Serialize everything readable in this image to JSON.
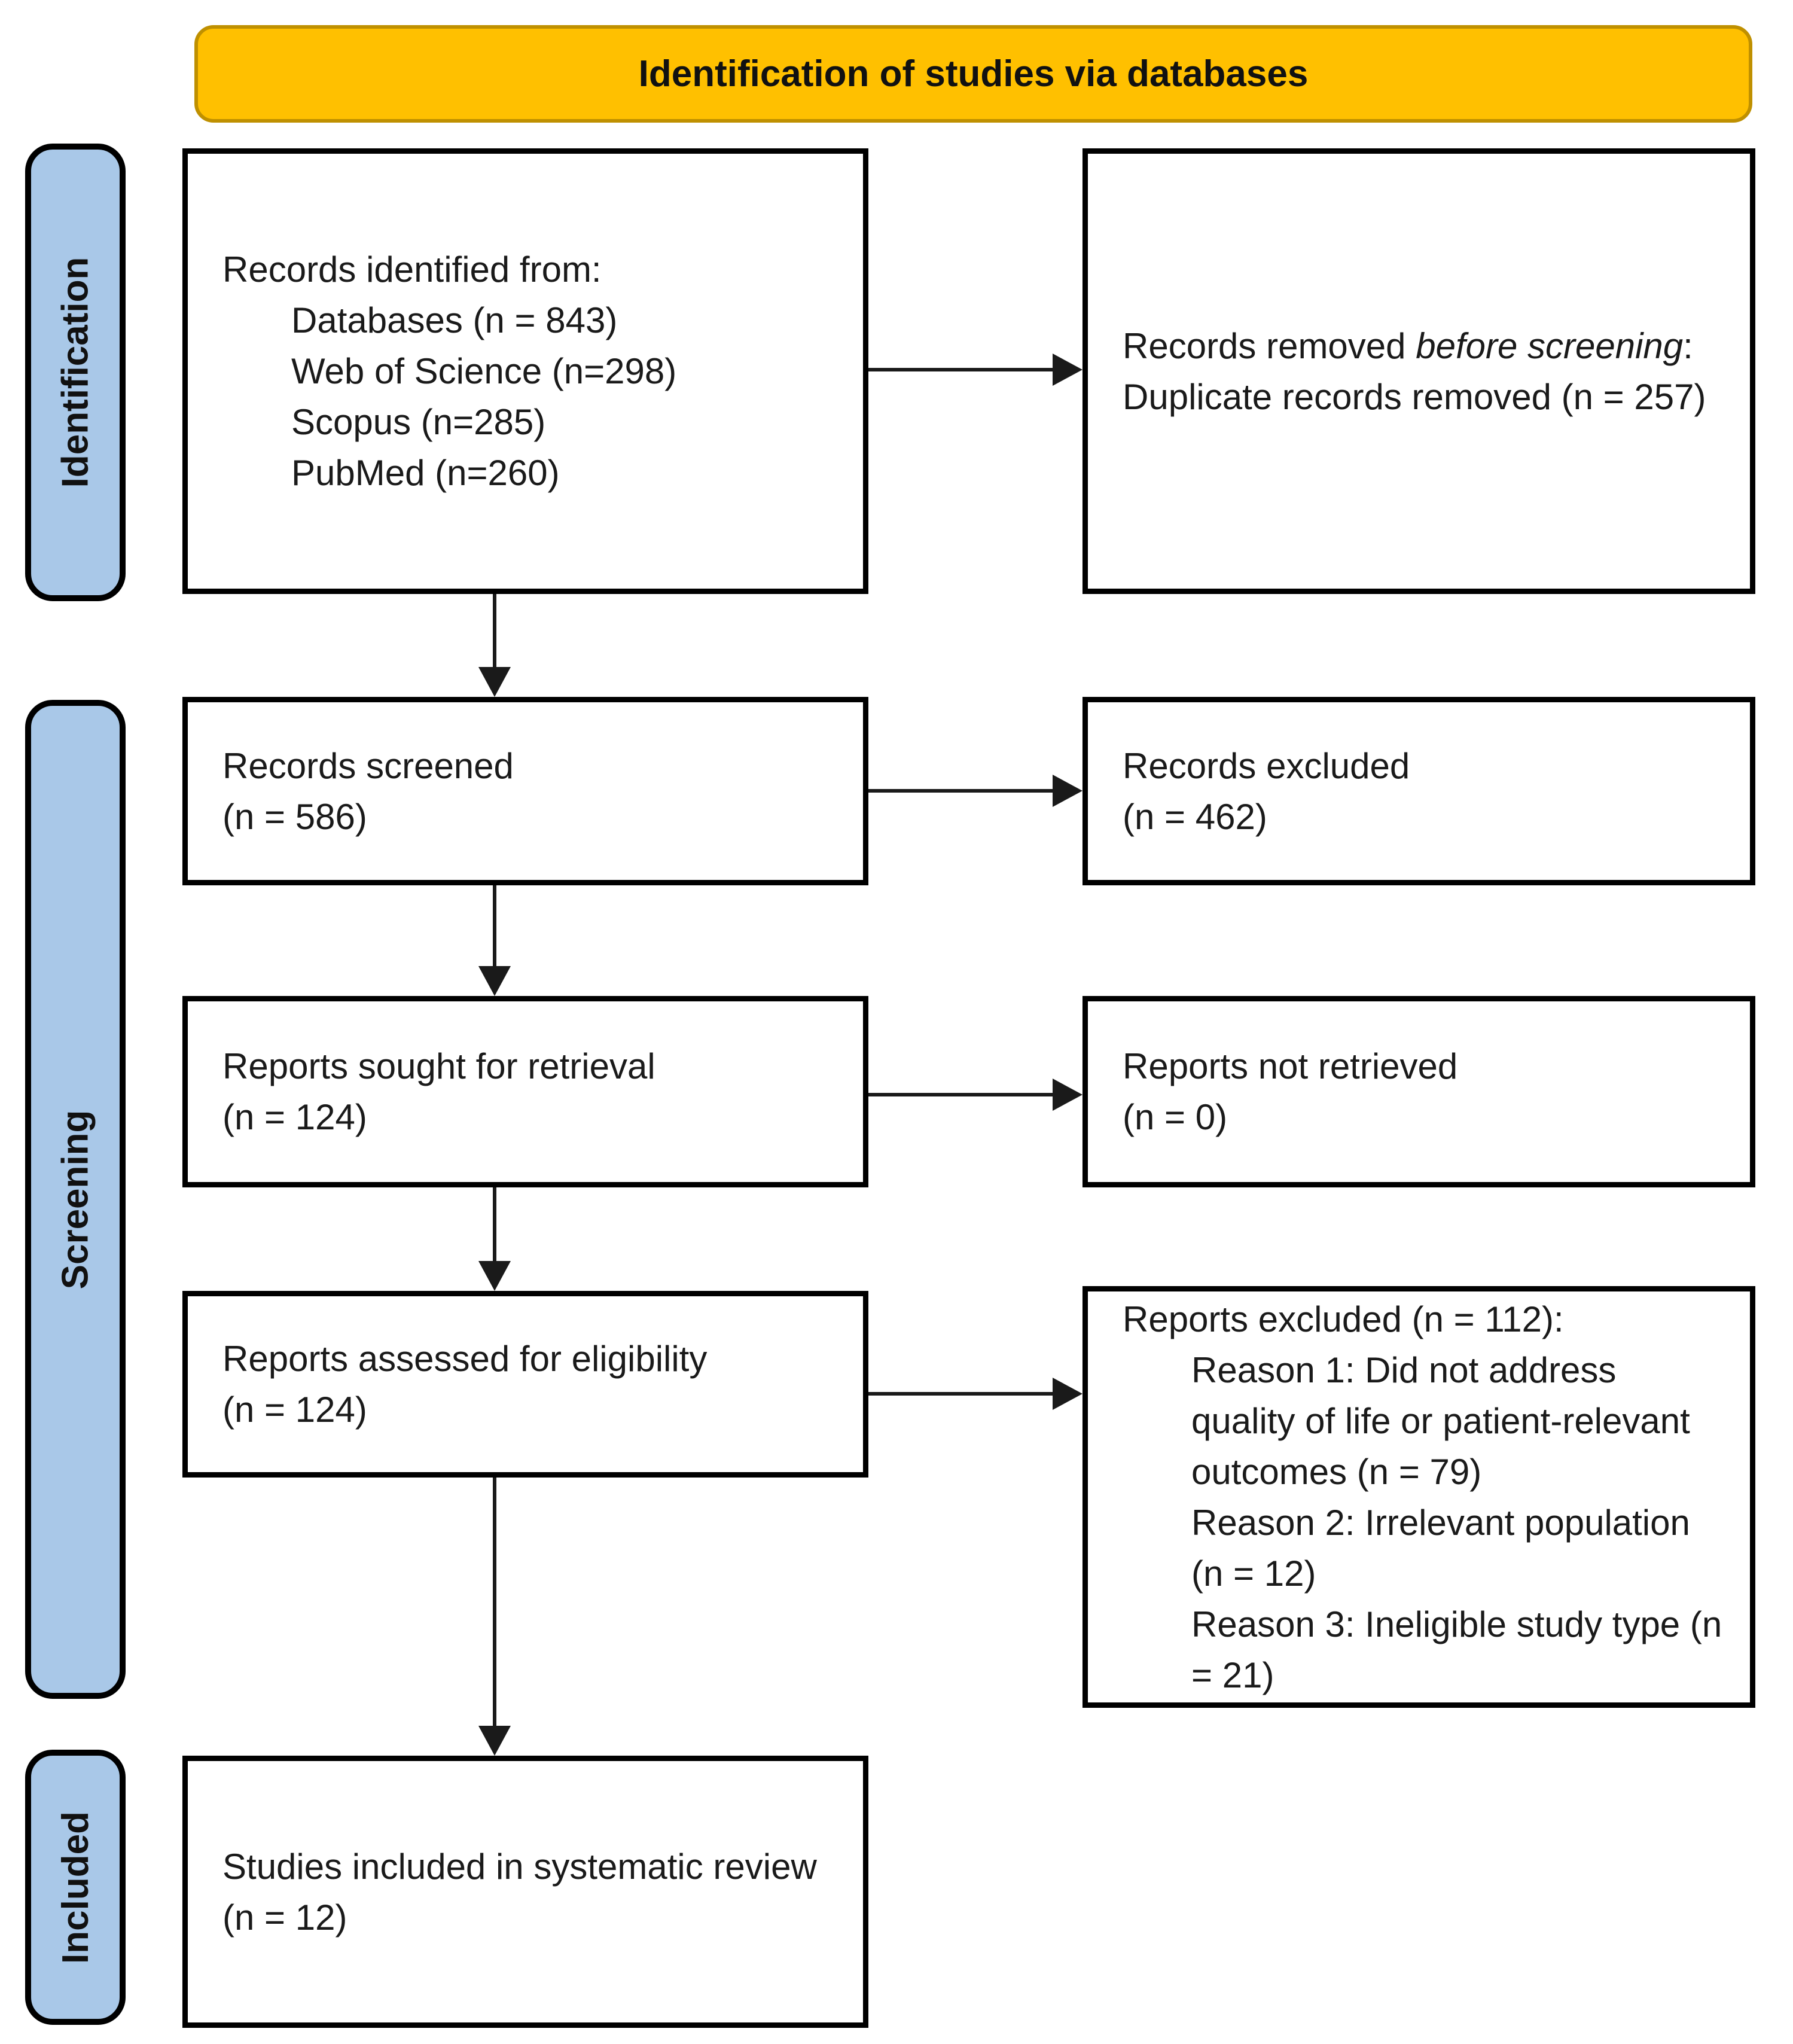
{
  "banner": {
    "label": "Identification of studies via databases"
  },
  "sidebar": {
    "stages": [
      {
        "label": "Identification"
      },
      {
        "label": "Screening"
      },
      {
        "label": "Included"
      }
    ]
  },
  "boxes": {
    "identified": {
      "intro": "Records identified from:",
      "items": [
        "Databases (n = 843)",
        "Web of Science (n=298)",
        "Scopus (n=285)",
        "PubMed (n=260)"
      ]
    },
    "removed": {
      "line1_normal": "Records removed ",
      "line1_italic": "before screening",
      "line1_suffix": ":",
      "line2": "Duplicate records removed (n = 257)"
    },
    "screened": {
      "line1": "Records screened",
      "line2": "(n = 586)"
    },
    "excluded": {
      "line1": "Records excluded",
      "line2": "(n = 462)"
    },
    "sought": {
      "line1": "Reports sought for retrieval",
      "line2": "(n = 124)"
    },
    "not_retrieved": {
      "line1": "Reports not retrieved",
      "line2": "(n = 0)"
    },
    "assessed": {
      "line1": "Reports assessed for eligibility",
      "line2": "(n = 124)"
    },
    "reports_excluded": {
      "intro": "Reports excluded (n = 112):",
      "reasons": [
        "Reason 1: Did not address quality of life or patient-relevant outcomes (n = 79)",
        "Reason 2: Irrelevant population (n = 12)",
        "Reason 3: Ineligible study type (n = 21)"
      ]
    },
    "included_studies": {
      "line1": "Studies included in systematic review",
      "line2": "(n = 12)"
    }
  },
  "colors": {
    "banner_fill": "#FFC000",
    "banner_border": "#BF9000",
    "stage_fill": "#A9C8E8",
    "box_border": "#000000"
  }
}
